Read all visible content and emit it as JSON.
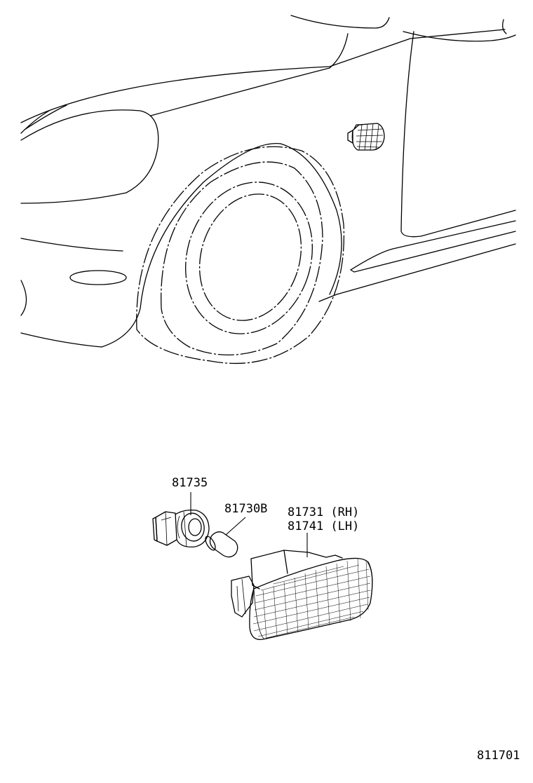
{
  "callouts": {
    "socket": "81735",
    "bulb": "81730B",
    "lamp_rh": "81731 (RH)",
    "lamp_lh": "81741 (LH)"
  },
  "diagram_code": "811701"
}
